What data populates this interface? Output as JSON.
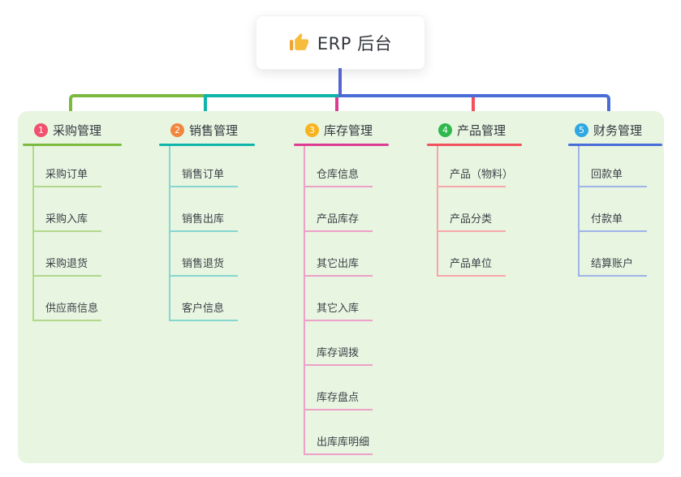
{
  "root": {
    "label": "ERP 后台",
    "icon": "thumbs-up-icon"
  },
  "canvas": {
    "background": "#ffffff",
    "panel_background": "#e7f5e1",
    "root_connector_color": "#5465cf"
  },
  "branches": [
    {
      "number": "1",
      "title": "采购管理",
      "badge_color": "#f0516e",
      "line_color": "#7cb93f",
      "child_line_color": "#b3d88b",
      "children": [
        "采购订单",
        "采购入库",
        "采购退货",
        "供应商信息"
      ]
    },
    {
      "number": "2",
      "title": "销售管理",
      "badge_color": "#f1863f",
      "line_color": "#0fb5aa",
      "child_line_color": "#86d7d0",
      "children": [
        "销售订单",
        "销售出库",
        "销售退货",
        "客户信息"
      ]
    },
    {
      "number": "3",
      "title": "库存管理",
      "badge_color": "#f8b41f",
      "line_color": "#dc3d93",
      "child_line_color": "#eda0c8",
      "children": [
        "仓库信息",
        "产品库存",
        "其它出库",
        "其它入库",
        "库存调拨",
        "库存盘点",
        "出库库明细"
      ]
    },
    {
      "number": "4",
      "title": "产品管理",
      "badge_color": "#2eb84e",
      "line_color": "#f2505a",
      "child_line_color": "#f7a6aa",
      "children": [
        "产品（物料）",
        "产品分类",
        "产品单位"
      ]
    },
    {
      "number": "5",
      "title": "财务管理",
      "badge_color": "#2fa7e2",
      "line_color": "#4a6cd6",
      "child_line_color": "#9fb3e6",
      "children": [
        "回款单",
        "付款单",
        "结算账户"
      ]
    }
  ]
}
